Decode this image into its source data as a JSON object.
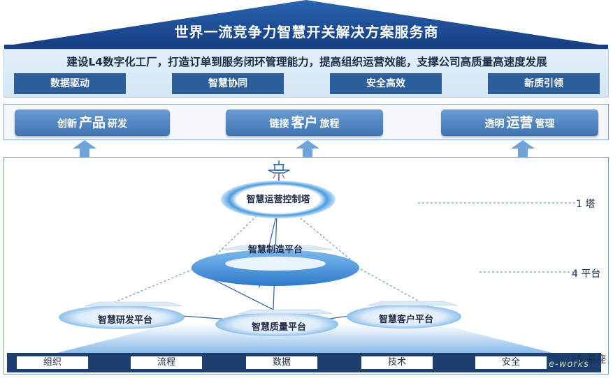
{
  "roof": {
    "title": "世界一流竞争力智慧开关解决方案服务商"
  },
  "mission": "建设L4数字化工厂，打造订单到服务闭环管理能力，提高组织运营效能，支撑公司高质量高速度发展",
  "pillars": [
    "数据驱动",
    "智慧协同",
    "安全高效",
    "新质引领"
  ],
  "goals": [
    {
      "pre": "创新",
      "key": "产品",
      "post": "研发"
    },
    {
      "pre": "链接",
      "key": "客户",
      "post": "旅程"
    },
    {
      "pre": "透明",
      "key": "运营",
      "post": "管理"
    }
  ],
  "tower": {
    "label": "智慧运营控制塔"
  },
  "platforms": {
    "manufacturing": "智慧制造平台",
    "rnd": "智慧研发平台",
    "quality": "智慧质量平台",
    "customer": "智慧客户平台"
  },
  "layers": {
    "tower": "1 塔",
    "platforms": "4 平台",
    "base": "5 基座"
  },
  "base": [
    "组织",
    "流程",
    "数据",
    "技术",
    "安全"
  ],
  "watermark": "e-works",
  "colors": {
    "roof": "#1f4f95",
    "pill": "#2c5f9a",
    "base_bar": "#1d3f70",
    "arrow": "#6ea3db"
  }
}
